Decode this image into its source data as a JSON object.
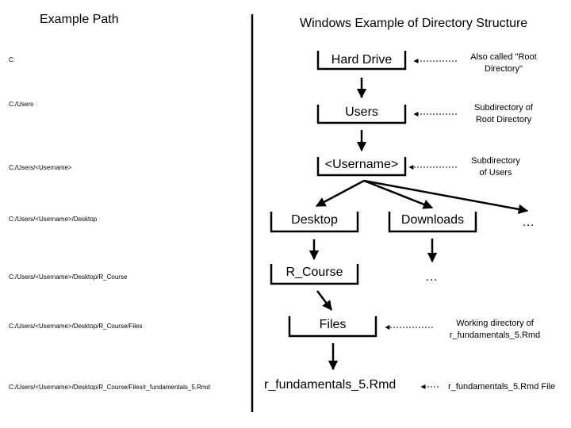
{
  "headings": {
    "left": "Example Path",
    "right": "Windows Example of Directory Structure"
  },
  "paths": [
    "C:",
    "C:/Users",
    "C:/Users/<Username>",
    "C:/Users/<Username>/Desktop",
    "C:/Users/<Username>/Desktop/R_Course",
    "C:/Users/<Username>/Desktop/R_Course/Files",
    "C:/Users/<Username>/Desktop/R_Course/Files/r_fundamentals_5.Rmd"
  ],
  "nodes": {
    "hard_drive": "Hard Drive",
    "users": "Users",
    "username": "<Username>",
    "desktop": "Desktop",
    "downloads": "Downloads",
    "more_right": "…",
    "r_course": "R_Course",
    "downloads_more": "…",
    "files": "Files",
    "rmd": "r_fundamentals_5.Rmd"
  },
  "notes": {
    "root_line1": "Also called \"Root",
    "root_line2": "Directory\"",
    "users_line1": "Subdirectory of",
    "users_line2": "Root Directory",
    "username_line1": "Subdirectory",
    "username_line2": "of Users",
    "files_line1": "Working directory of",
    "files_line2": "r_fundamentals_5.Rmd",
    "rmd_line1": "r_fundamentals_5.Rmd File"
  }
}
